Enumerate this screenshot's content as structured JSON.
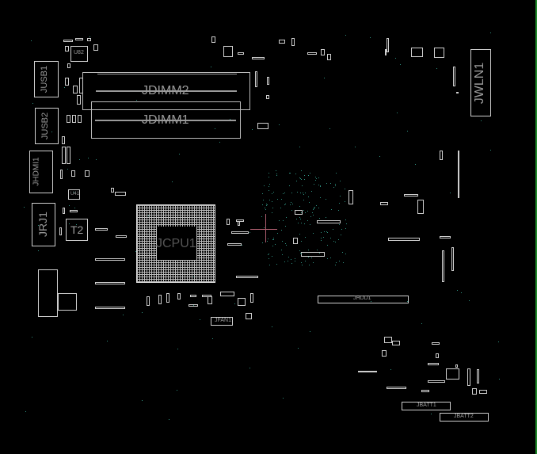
{
  "board": {
    "labels": {
      "jusb1": "JUSB1",
      "jusb2": "JUSB2",
      "jhdmi1": "JHDMI1",
      "jrj1": "JRJ1",
      "t2": "T2",
      "u82": "U82",
      "u41": "U41",
      "jdimm2": "JDIMM2",
      "jdimm1": "JDIMM1",
      "jcpu1": "JCPU1",
      "jfan1": "JFAN1",
      "jhdd1": "JHDD1",
      "jbatt1": "JBATT1",
      "jbatt2": "JBATT2",
      "jwln1": "JWLN1"
    },
    "colors": {
      "background": "#000000",
      "outline": "#cfcfcf",
      "label": "#9a9a9a",
      "via": "#2f8f7f",
      "crosshair": "#b06070",
      "edge": "#1f8a2a"
    }
  }
}
